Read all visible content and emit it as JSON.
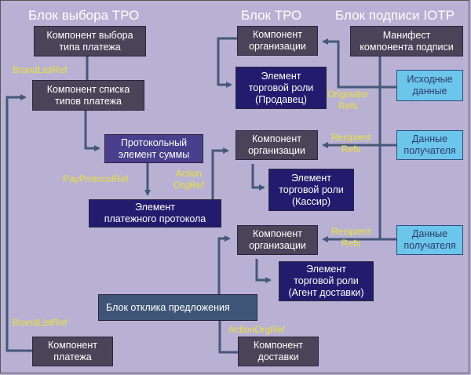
{
  "colors": {
    "background": "#b8b1d3",
    "connector": "#46587a",
    "label": "#e9e23a",
    "box_grey": "#4a4459",
    "box_navy": "#231c6e",
    "box_violet": "#4a3f8c",
    "box_cyan": "#6cc6ec",
    "box_slate": "#3f5577"
  },
  "titles": {
    "tpo_select_block": "Блок выбора ТРО",
    "tpo_block": "Блок ТРО",
    "iotp_signature_block": "Блок подписи IOTP"
  },
  "boxes": {
    "payment_type_select": "Компонент выбора\nтипа платежа",
    "payment_type_list": "Компонент списка\nтипов платежа",
    "protocol_amount": "Протокольный\nэлемент суммы",
    "payment_protocol": "Элемент\nплатежного протокола",
    "offer_response_block": "Блок отклика предложения",
    "payment_component": "Компонент\nплатежа",
    "org_component_1": "Компонент\nорганизации",
    "trade_role_seller": "Элемент\nторговой роли\n(Продавец)",
    "org_component_2": "Компонент\nорганизации",
    "trade_role_cashier": "Элемент\nторговой роли\n(Кассир)",
    "org_component_3": "Компонент\nорганизации",
    "trade_role_delivery": "Элемент\nторговой роли\n(Агент доставки)",
    "delivery_component": "Компонент\nдоставки",
    "signature_manifest": "Манифест\nкомпонента подписи",
    "originator_data": "Исходные\nданные",
    "recipient_data_1": "Данные\nполучателя",
    "recipient_data_2": "Данные\nполучателя"
  },
  "labels": {
    "brand_list_ref_top": "BrandListRef",
    "pay_protocol_ref": "PayProtocolRef",
    "action_org_ref_mid": "Action\nOrgRef",
    "originator_refs": "Originator\nRefs",
    "recipient_refs_1": "Recipient\nRefs",
    "recipient_refs_2": "Recipient\nRefs",
    "brand_list_ref_bottom": "BrandListRef",
    "action_org_ref_bottom": "ActionOrgRef"
  }
}
